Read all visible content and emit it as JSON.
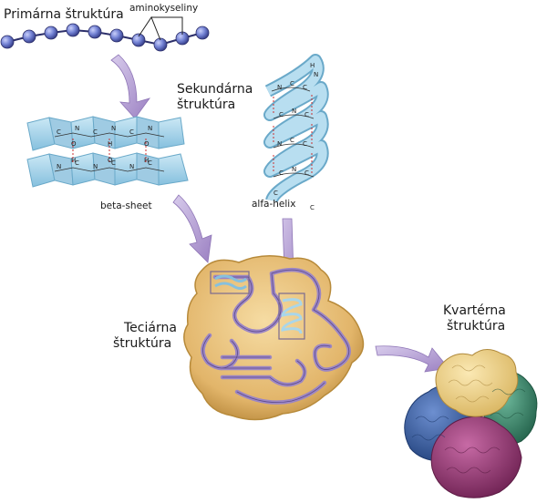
{
  "labels": {
    "primary": "Primárna štruktúra",
    "amino": "aminokyseliny",
    "secondary_line1": "Sekundárna",
    "secondary_line2": "štruktúra",
    "beta": "beta-sheet",
    "alpha": "alfa-helix",
    "tertiary_line1": "Teciárna",
    "tertiary_line2": "štruktúra",
    "quaternary_line1": "Kvartérna",
    "quaternary_line2": "štruktúra"
  },
  "colors": {
    "bead": "#6f7fd0",
    "bead_dark": "#3b4490",
    "ribbon": "#a9d6ea",
    "ribbon_edge": "#6aa9c9",
    "arrow": "#a58cc6",
    "tertiary_body": "#e7c07a",
    "tertiary_edge": "#b78a3a",
    "tertiary_chain": "#9c86c4",
    "sub_yellow": "#eed48f",
    "sub_green": "#3f8f74",
    "sub_blue": "#3d64ac",
    "sub_magenta": "#a23e7e",
    "hbond": "#cc3030"
  }
}
